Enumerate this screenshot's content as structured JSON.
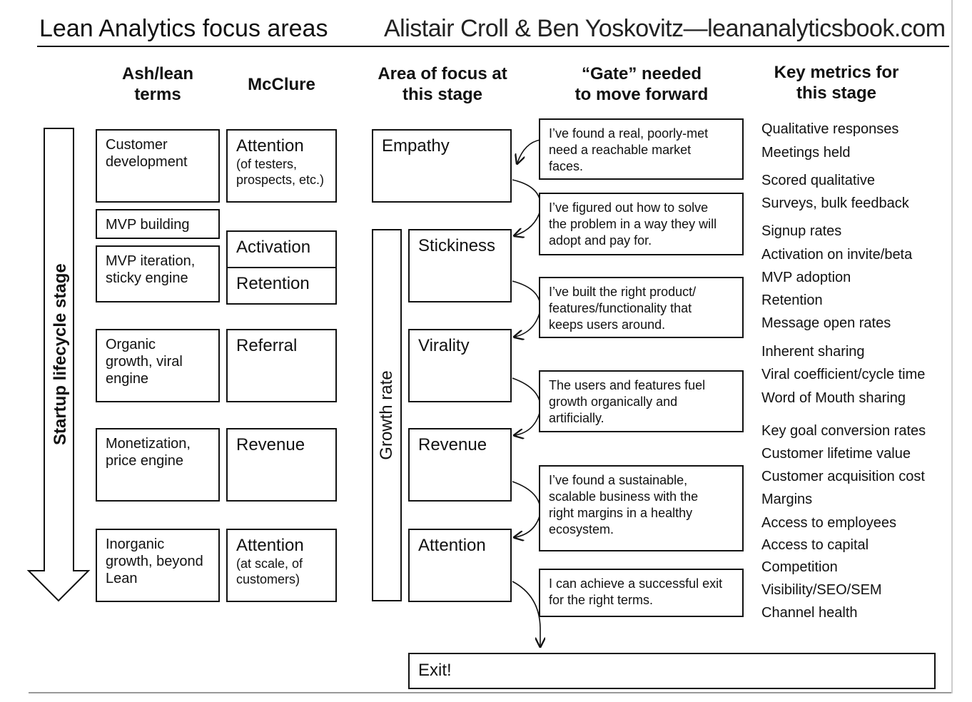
{
  "title": "Lean Analytics focus areas",
  "credit": "Alistair Croll & Ben Yoskovitz—leananalyticsbook.com",
  "headers": {
    "ash_lean": "Ash/lean\nterms",
    "mcclure": "McClure",
    "focus": "Area of focus at\nthis stage",
    "gate": "“Gate” needed\nto move forward",
    "metrics": "Key metrics for\nthis stage"
  },
  "lifecycle_label": "Startup lifecycle stage",
  "growth_label": "Growth rate",
  "ash_terms": [
    "Customer\ndevelopment",
    "MVP building",
    "MVP iteration,\nsticky engine",
    "Organic\ngrowth, viral\nengine",
    "Monetization,\nprice engine",
    "Inorganic\ngrowth, beyond\nLean"
  ],
  "mcclure": {
    "attention1_title": "Attention",
    "attention1_sub": "(of testers,\nprospects, etc.)",
    "activation": "Activation",
    "retention": "Retention",
    "referral": "Referral",
    "revenue": "Revenue",
    "attention2_title": "Attention",
    "attention2_sub": "(at scale, of\ncustomers)"
  },
  "focus": {
    "empathy": "Empathy",
    "stickiness": "Stickiness",
    "virality": "Virality",
    "revenue": "Revenue",
    "attention": "Attention",
    "exit": "Exit!"
  },
  "gates": [
    "I’ve found a real, poorly-met\nneed a reachable market\nfaces.",
    "I’ve figured out how to solve\nthe problem in a way they will\nadopt and pay for.",
    "I’ve built the right product/\nfeatures/functionality that\nkeeps users around.",
    "The users and features fuel\ngrowth organically and\nartificially.",
    "I’ve found a sustainable,\nscalable business with the\nright margins in a healthy\necosystem.",
    "I can achieve a successful exit\nfor the right terms."
  ],
  "metrics": [
    "Qualitative responses",
    "Meetings held",
    "Scored qualitative",
    "Surveys, bulk feedback",
    "Signup rates",
    "Activation on invite/beta",
    "MVP adoption",
    "Retention",
    "Message open rates",
    "Inherent sharing",
    "Viral coefficient/cycle time",
    "Word of Mouth sharing",
    "Key goal conversion rates",
    "Customer lifetime value",
    "Customer acquisition cost",
    "Margins",
    "Access to employees",
    "Access to capital",
    "Competition",
    "Visibility/SEO/SEM",
    "Channel health"
  ]
}
